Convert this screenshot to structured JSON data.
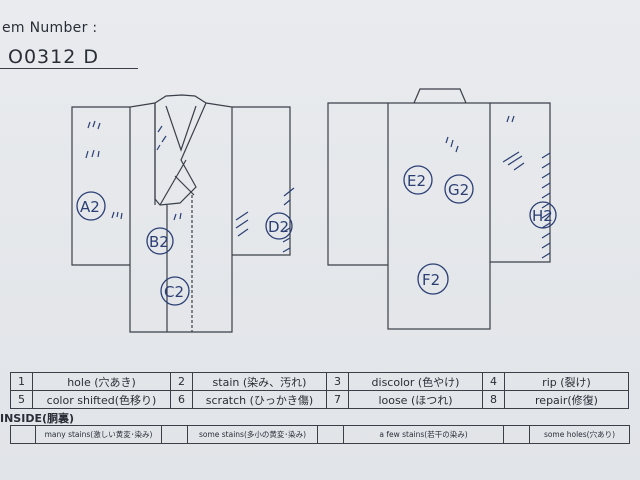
{
  "header": {
    "label": "em Number :",
    "number": "O0312  D"
  },
  "front_marks": {
    "a": "A2",
    "b": "B2",
    "c": "C2",
    "d": "D2"
  },
  "back_marks": {
    "e": "E2",
    "g": "G2",
    "h": "H2",
    "f": "F2"
  },
  "legend": [
    {
      "num": "1",
      "label": "hole (穴あき)"
    },
    {
      "num": "2",
      "label": "stain (染み、汚れ)"
    },
    {
      "num": "3",
      "label": "discolor (色やけ)"
    },
    {
      "num": "4",
      "label": "rip (裂け)"
    },
    {
      "num": "5",
      "label": "color shifted(色移り)"
    },
    {
      "num": "6",
      "label": "scratch (ひっかき傷)"
    },
    {
      "num": "7",
      "label": "loose (ほつれ)"
    },
    {
      "num": "8",
      "label": "repair(修復)"
    }
  ],
  "inside": {
    "title": "INSIDE(胴裏)",
    "items": [
      "many stains(激しい黄変･染み)",
      "some stains(多小の黄変･染み)",
      "a few stains(若干の染み)",
      "some holes(穴あり)"
    ]
  },
  "colors": {
    "ink": "#2b3f74",
    "line": "#3a3f48",
    "paper": "#e4e7ea"
  }
}
